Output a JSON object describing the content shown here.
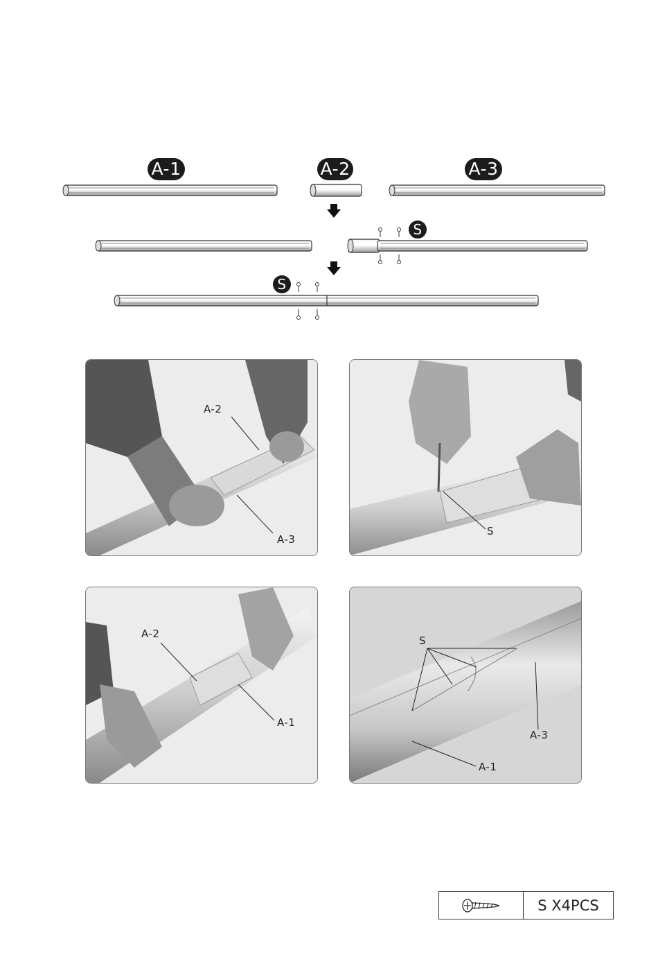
{
  "diagram": {
    "part_labels": [
      "A-1",
      "A-2",
      "A-3"
    ],
    "screw_badge": "S"
  },
  "photos": [
    {
      "callouts": [
        "A-2",
        "A-3"
      ]
    },
    {
      "callouts": [
        "S"
      ]
    },
    {
      "callouts": [
        "A-2",
        "A-1"
      ]
    },
    {
      "callouts": [
        "S",
        "A-3",
        "A-1"
      ]
    }
  ],
  "hardware": {
    "icon": "screw-icon",
    "label": "S X4PCS"
  }
}
